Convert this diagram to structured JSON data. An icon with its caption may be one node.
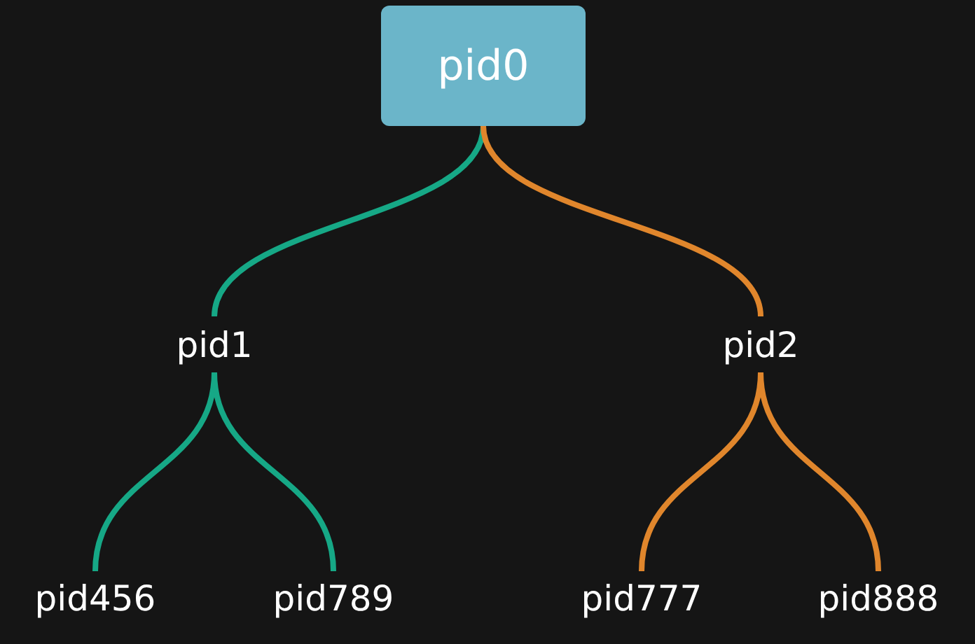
{
  "diagram": {
    "nodes": [
      {
        "text": [
          "pid0"
        ]
      },
      {
        "text": [
          "pid1"
        ]
      },
      {
        "text": [
          "pid2"
        ]
      },
      {
        "text": [
          "pid456"
        ]
      },
      {
        "text": [
          "pid789"
        ]
      },
      {
        "text": [
          "pid777"
        ]
      },
      {
        "text": [
          "pid888"
        ]
      }
    ],
    "edges": [
      {
        "from": 0,
        "to": 1,
        "arrow": "none",
        "color": "#16a886"
      },
      {
        "from": 0,
        "to": 2,
        "arrow": "none",
        "color": "#e0862c"
      },
      {
        "from": 1,
        "to": 3,
        "arrow": "none",
        "color": "#16a886"
      },
      {
        "from": 1,
        "to": 4,
        "arrow": "none",
        "color": "#16a886"
      },
      {
        "from": 2,
        "to": 5,
        "arrow": "none",
        "color": "#e0862c"
      },
      {
        "from": 2,
        "to": 6,
        "arrow": "none",
        "color": "#e0862c"
      }
    ]
  }
}
